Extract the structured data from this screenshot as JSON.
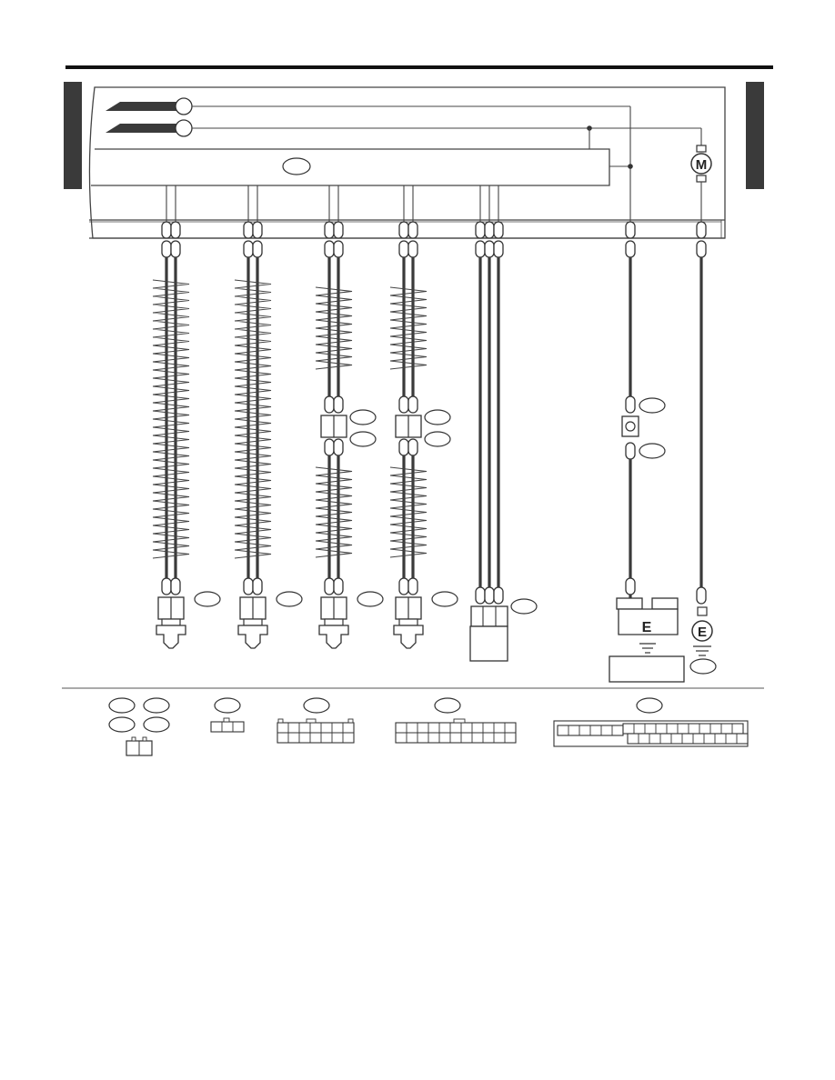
{
  "diagram": {
    "motor_label": "M",
    "ground_labels": [
      "E",
      "E"
    ],
    "colors": {
      "line": "#333333",
      "tab": "#3a3a3a",
      "shield": "#444444",
      "paper": "#ffffff"
    }
  }
}
